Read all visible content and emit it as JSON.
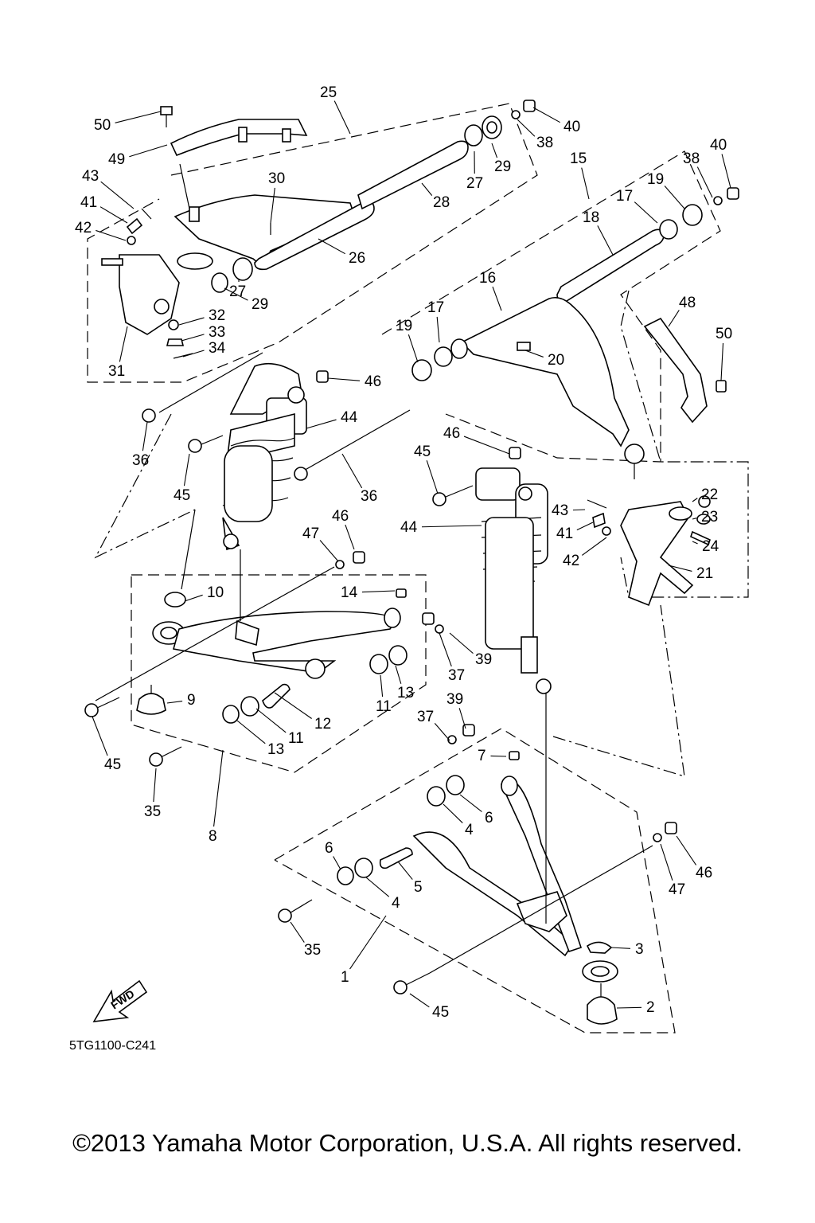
{
  "diagram_code": "5TG1100-C241",
  "fwd_label": "FWD",
  "copyright": "©2013 Yamaha Motor Corporation, U.S.A. All rights reserved.",
  "callouts": [
    "50",
    "49",
    "43",
    "41",
    "42",
    "25",
    "30",
    "28",
    "27",
    "29",
    "40",
    "38",
    "27",
    "26",
    "29",
    "32",
    "33",
    "34",
    "31",
    "15",
    "19",
    "38",
    "40",
    "17",
    "18",
    "16",
    "17",
    "19",
    "20",
    "48",
    "50",
    "46",
    "44",
    "36",
    "45",
    "36",
    "46",
    "45",
    "22",
    "23",
    "24",
    "21",
    "43",
    "41",
    "42",
    "44",
    "47",
    "46",
    "10",
    "14",
    "9",
    "45",
    "35",
    "13",
    "11",
    "12",
    "11",
    "13",
    "39",
    "37",
    "39",
    "37",
    "8",
    "7",
    "6",
    "4",
    "6",
    "4",
    "5",
    "35",
    "1",
    "3",
    "47",
    "46",
    "45",
    "2"
  ]
}
